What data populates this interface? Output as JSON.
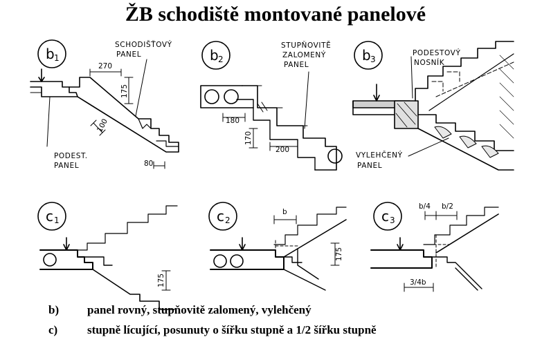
{
  "title": "ŽB schodiště montované panelové",
  "captions": [
    {
      "key": "b)",
      "text": "panel rovný, stupňovitě zalomený, vylehčený"
    },
    {
      "key": "c)",
      "text": "stupně lícující, posunuty o šířku stupně a 1/2 šířku stupně"
    }
  ],
  "figures": {
    "b1": {
      "tag": "b",
      "sub": "1",
      "panel_label": [
        "SCHODIŠŤOVÝ",
        "PANEL"
      ],
      "landing_label": [
        "PODEST.",
        "PANEL"
      ],
      "dims": [
        "270",
        "175",
        "100",
        "80"
      ]
    },
    "b2": {
      "tag": "b",
      "sub": "2",
      "panel_label": [
        "STUPŇOVITĚ",
        "ZALOMENÝ",
        "PANEL"
      ],
      "dims": [
        "180",
        "170",
        "200"
      ]
    },
    "b3": {
      "tag": "b",
      "sub": "3",
      "beam_label": [
        "PODESTOVÝ",
        "NOSNÍK"
      ],
      "panel_label": [
        "VYLEHČENÝ",
        "PANEL"
      ]
    },
    "c1": {
      "tag": "c",
      "sub": "1",
      "dims": [
        "175"
      ]
    },
    "c2": {
      "tag": "c",
      "sub": "2",
      "dims": [
        "b",
        "175"
      ]
    },
    "c3": {
      "tag": "c",
      "sub": "3",
      "dims": [
        "b/4",
        "b/2",
        "3/4b"
      ]
    }
  }
}
